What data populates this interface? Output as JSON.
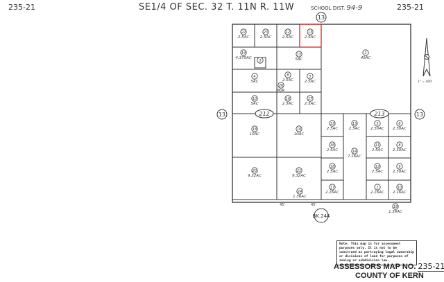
{
  "header": {
    "map_no_left": "235-21",
    "title": "SE1/4 OF SEC. 32  T. 11N  R. 11W",
    "school_dist_label": "SCHOOL DIST.",
    "school_dist_value": "94-9",
    "map_no_right": "235-21"
  },
  "roads": {
    "north": "13",
    "west": "13",
    "east": "13",
    "road_212": "212",
    "road_213": "213",
    "book": "BK.244"
  },
  "scale": {
    "label": "1\" = 400'"
  },
  "frontage": [
    "45'",
    "45'"
  ],
  "highlight_color": "#d42020",
  "parcels": [
    {
      "no": "22",
      "area": "2.5AC"
    },
    {
      "no": "23",
      "area": "2.5AC"
    },
    {
      "no": "12",
      "area": "2.5AC"
    },
    {
      "no": "13",
      "area": "2.5AC",
      "highlighted": true
    },
    {
      "no": "14",
      "area": "4.375AC"
    },
    {
      "no": "3",
      "area": ""
    },
    {
      "no": "15",
      "area": "5AC"
    },
    {
      "no": "4",
      "area": "5AC"
    },
    {
      "no": "8",
      "area": "2.5AC"
    },
    {
      "no": "5",
      "area": "2.5AC"
    },
    {
      "no": "26",
      "area": "M/R"
    },
    {
      "no": "10",
      "area": "5AC"
    },
    {
      "no": "16",
      "area": "2.5AC"
    },
    {
      "no": "17",
      "area": "2.5AC"
    },
    {
      "no": "2",
      "area": "40AC"
    },
    {
      "no": "18",
      "area": "10AC"
    },
    {
      "no": "19",
      "area": "10AC"
    },
    {
      "no": "20",
      "area": "9.32AC"
    },
    {
      "no": "21",
      "area": "9.32AC"
    },
    {
      "no": "24",
      "area": "1.36AC"
    },
    {
      "no": "15",
      "area": "2.5AC"
    },
    {
      "no": "13",
      "area": "2.5AC"
    },
    {
      "no": "5",
      "area": "2.50AC"
    },
    {
      "no": "6",
      "area": "2.50AC"
    },
    {
      "no": "16",
      "area": "2.5AC"
    },
    {
      "no": "14",
      "area": "7.16AC"
    },
    {
      "no": "11",
      "area": "2.5AC"
    },
    {
      "no": "8",
      "area": "2.50AC"
    },
    {
      "no": "18",
      "area": "2.5AC"
    },
    {
      "no": "12",
      "area": "2.5AC"
    },
    {
      "no": "9",
      "area": "2.50AC"
    },
    {
      "no": "17",
      "area": "2.16AC"
    },
    {
      "no": "1",
      "area": "2.16AC"
    },
    {
      "no": "10",
      "area": "2.16AC"
    },
    {
      "no": "19",
      "area": "1.36AC"
    }
  ],
  "note": "Note: This map is for assessment purposes only. It is not to be construed as portraying legal ownership or divisions of land for purposes of zoning or subdivision law.",
  "footer": {
    "assessors_label": "ASSESSORS MAP NO.",
    "map_no": "235-21",
    "county": "COUNTY OF KERN"
  }
}
